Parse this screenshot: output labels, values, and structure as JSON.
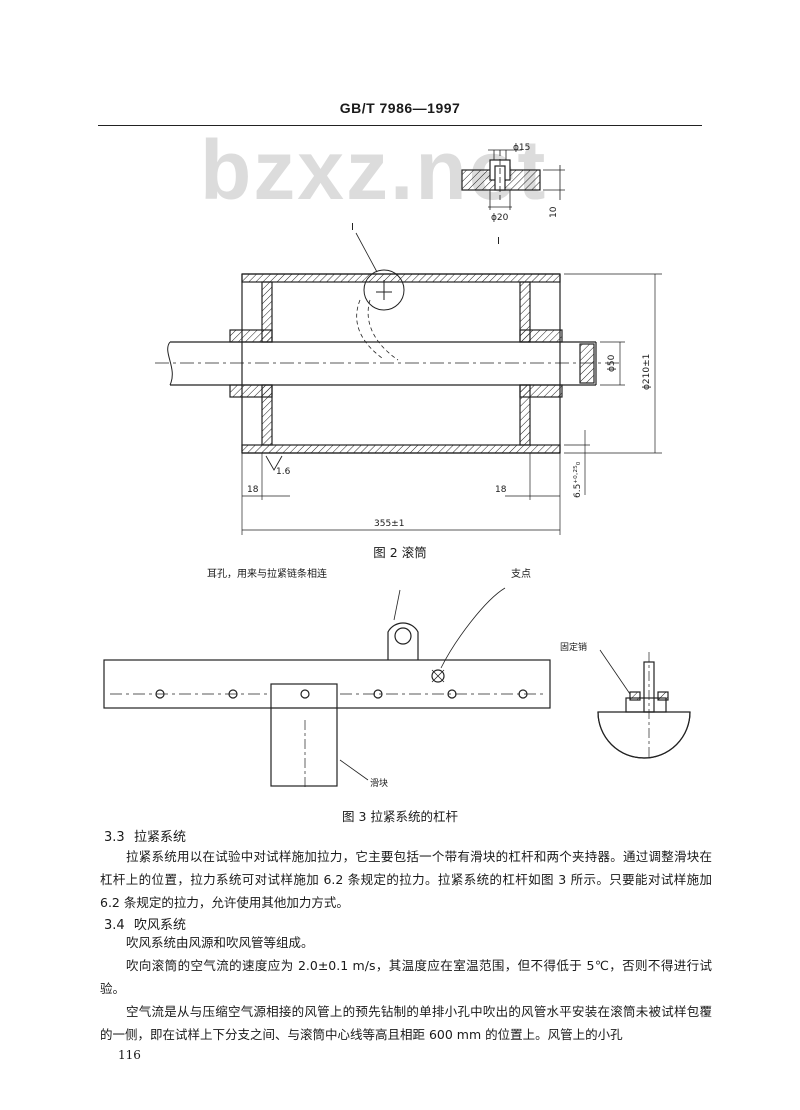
{
  "header": {
    "standard_code": "GB/T 7986—1997"
  },
  "watermark": {
    "text": "bzxz.net"
  },
  "figure2": {
    "caption": "图 2  滚筒",
    "detail_label": "I",
    "detail_view_label": "I",
    "dim_hole": "ϕ15",
    "dim_counterbore": "ϕ20",
    "dim_thickness": "10",
    "dim_shaft": "ϕ50",
    "dim_drum_diameter": "ϕ210±1",
    "dim_end_left": "18",
    "dim_end_right": "18",
    "dim_length": "355±1",
    "dim_wall": "6.5⁺⁰·²⁵₀",
    "surface_finish": "1.6"
  },
  "figure3": {
    "caption": "图 3  拉紧系统的杠杆",
    "label_ear": "耳孔，用来与拉紧链条相连",
    "label_pivot": "支点",
    "label_pin": "固定销",
    "label_slider": "滑块"
  },
  "section_3_3": {
    "number": "3.3",
    "title": "拉紧系统",
    "paragraph": "拉紧系统用以在试验中对试样施加拉力，它主要包括一个带有滑块的杠杆和两个夹持器。通过调整滑块在杠杆上的位置，拉力系统可对试样施加 6.2 条规定的拉力。拉紧系统的杠杆如图 3 所示。只要能对试样施加 6.2 条规定的拉力，允许使用其他加力方式。"
  },
  "section_3_4": {
    "number": "3.4",
    "title": "吹风系统",
    "paragraph1": "吹风系统由风源和吹风管等组成。",
    "paragraph2": "吹向滚筒的空气流的速度应为 2.0±0.1 m/s，其温度应在室温范围，但不得低于 5℃，否则不得进行试验。",
    "paragraph3": "空气流是从与压缩空气源相接的风管上的预先钻制的单排小孔中吹出的风管水平安装在滚筒未被试样包覆的一侧，即在试样上下分支之间、与滚筒中心线等高且相距 600 mm 的位置上。风管上的小孔"
  },
  "footer": {
    "page_number": "116"
  }
}
